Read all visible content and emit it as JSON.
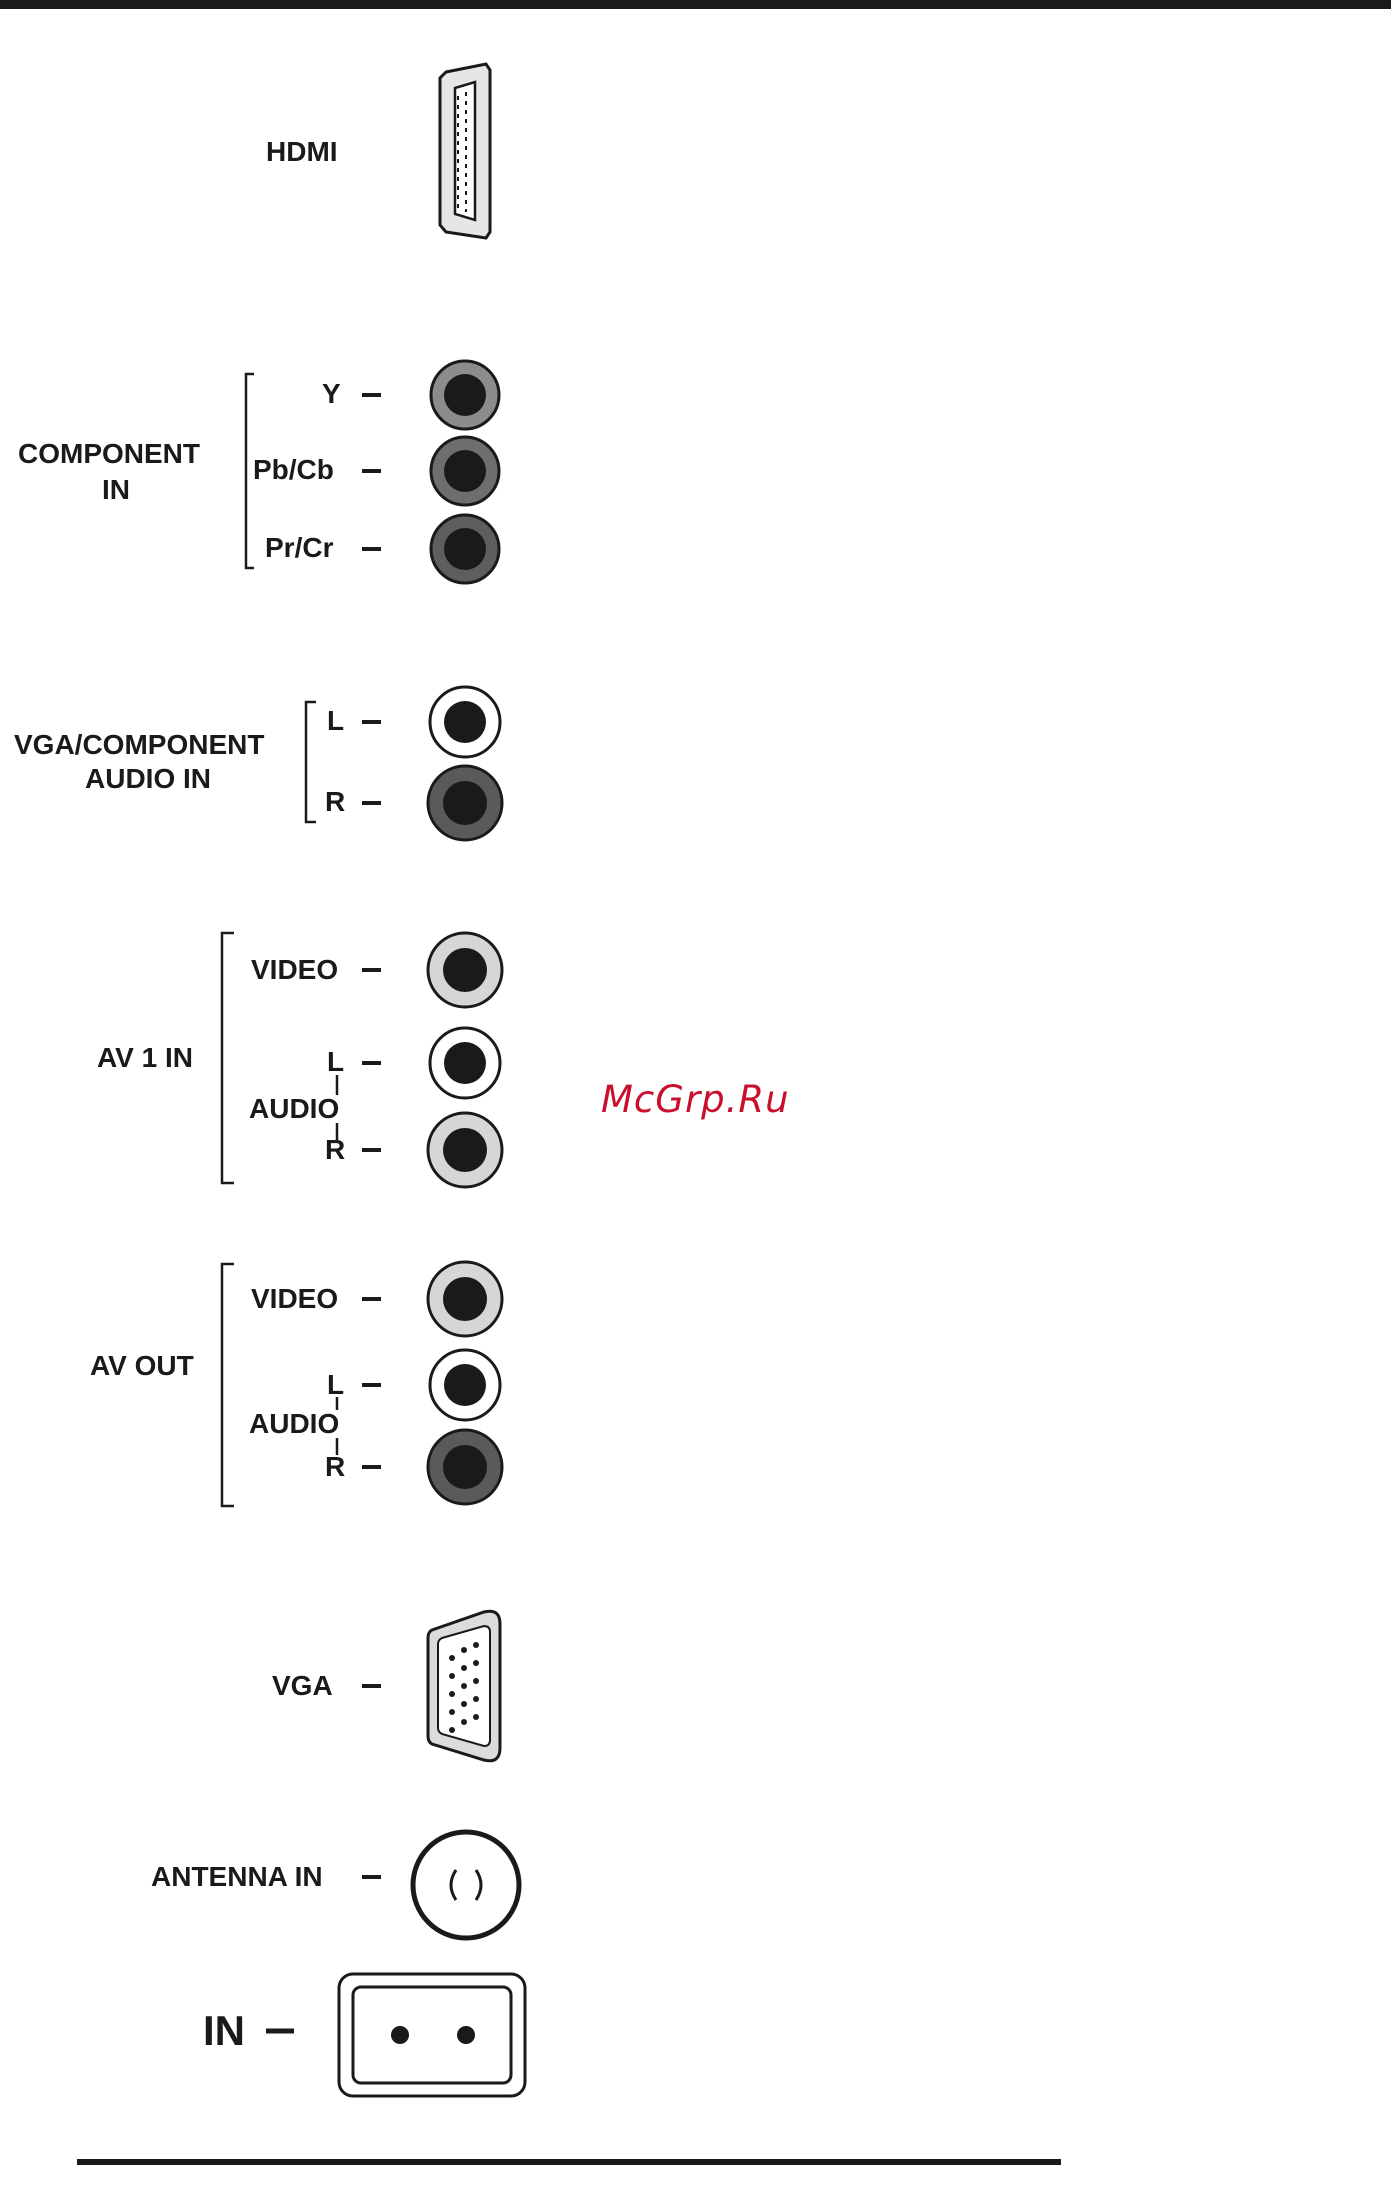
{
  "hdmi": {
    "label": "HDMI"
  },
  "component_in": {
    "group_label_line1": "COMPONENT",
    "group_label_line2": "IN",
    "y_label": "Y",
    "pb_label": "Pb/Cb",
    "pr_label": "Pr/Cr"
  },
  "vga_component_audio_in": {
    "group_label_line1": "VGA/COMPONENT",
    "group_label_line2": "AUDIO IN",
    "l_label": "L",
    "r_label": "R"
  },
  "av1_in": {
    "group_label": "AV 1 IN",
    "video_label": "VIDEO",
    "audio_label": "AUDIO",
    "l_label": "L",
    "r_label": "R"
  },
  "av_out": {
    "group_label": "AV OUT",
    "video_label": "VIDEO",
    "audio_label": "AUDIO",
    "l_label": "L",
    "r_label": "R"
  },
  "vga": {
    "label": "VGA"
  },
  "antenna_in": {
    "label": "ANTENNA IN"
  },
  "power_in": {
    "label": "IN"
  },
  "watermark": {
    "text": "McGrp.Ru"
  },
  "colors": {
    "line": "#1a1a1a",
    "jack_center": "#1a1a1a",
    "jack_y": "#8c8c8c",
    "jack_pb": "#6e6e6e",
    "jack_pr": "#5e5e5e",
    "jack_white": "#ffffff",
    "jack_light": "#d6d6d6",
    "jack_dark": "#5a5a5a",
    "watermark": "#c8102e"
  }
}
